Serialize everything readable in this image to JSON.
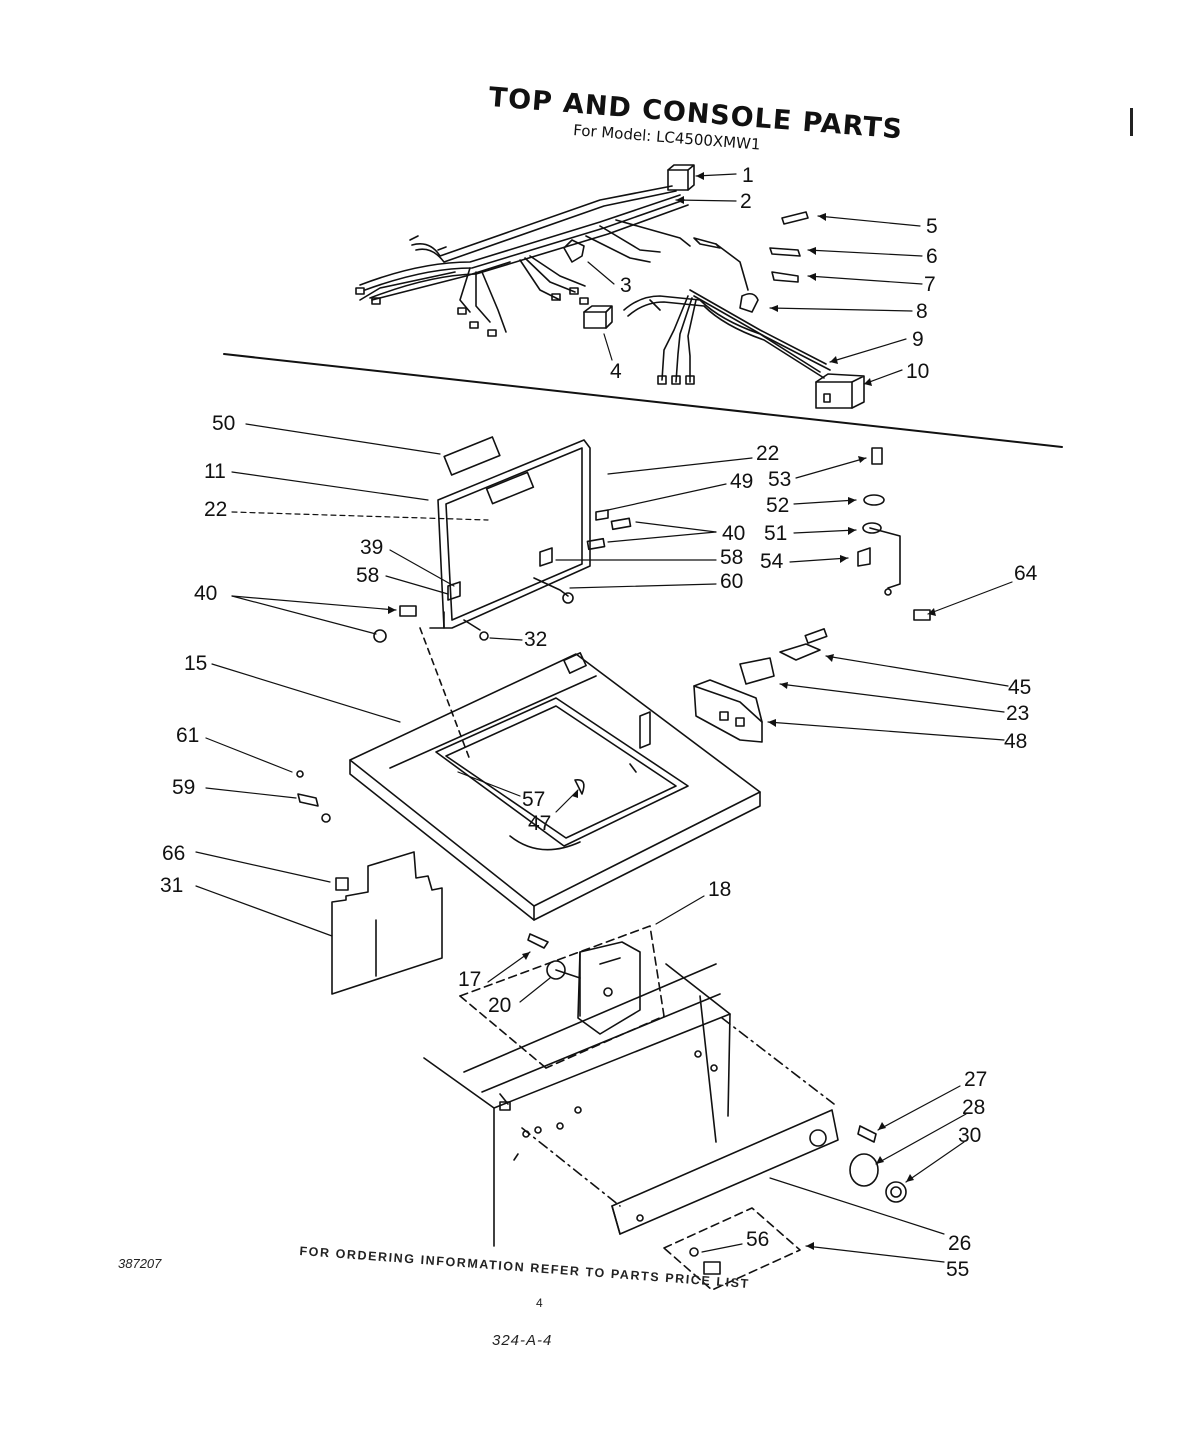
{
  "title": "TOP AND CONSOLE PARTS",
  "subtitle": "For Model: LC4500XMW1",
  "footer": {
    "order_note": "FOR ORDERING INFORMATION REFER TO PARTS PRICE LIST",
    "doc_code": "387207",
    "page_number": "4",
    "handwritten_code": "324-A-4"
  },
  "callouts": [
    "1",
    "2",
    "3",
    "4",
    "5",
    "6",
    "7",
    "8",
    "9",
    "10",
    "50",
    "22",
    "11",
    "22",
    "49",
    "40",
    "53",
    "52",
    "51",
    "54",
    "39",
    "58",
    "40",
    "58",
    "60",
    "64",
    "32",
    "15",
    "45",
    "23",
    "48",
    "61",
    "59",
    "57",
    "47",
    "66",
    "18",
    "31",
    "17",
    "20",
    "27",
    "28",
    "30",
    "26",
    "56",
    "55"
  ],
  "colors": {
    "ink": "#111111",
    "paper": "#ffffff"
  }
}
